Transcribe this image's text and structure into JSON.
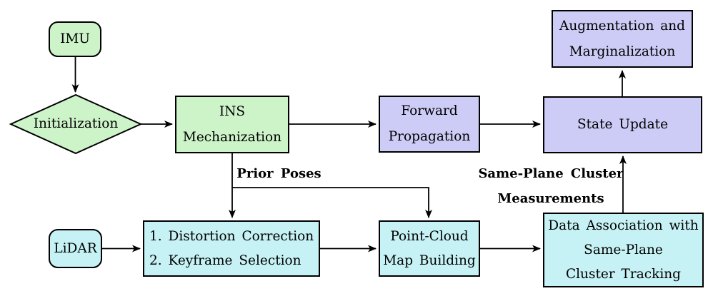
{
  "palette": {
    "imu_green": "#cdf4c9",
    "filter_lavender": "#cdccf6",
    "lidar_cyan": "#c7f2f5",
    "stroke_black": "#000000"
  },
  "nodes": {
    "imu": {
      "label": "IMU"
    },
    "initialization": {
      "label": "Initialization"
    },
    "ins_mechanization": {
      "lines": [
        "INS",
        "Mechanization"
      ]
    },
    "forward_propagation": {
      "lines": [
        "Forward",
        "Propagation"
      ]
    },
    "augmentation_marginalization": {
      "lines": [
        "Augmentation and",
        "Marginalization"
      ]
    },
    "state_update": {
      "label": "State Update"
    },
    "lidar": {
      "label": "LiDAR"
    },
    "preprocessing": {
      "lines": [
        "1. Distortion Correction",
        "2. Keyframe Selection"
      ]
    },
    "point_cloud_map_building": {
      "lines": [
        "Point-Cloud",
        "Map Building"
      ]
    },
    "data_association": {
      "lines": [
        "Data Association with",
        "Same-Plane",
        "Cluster Tracking"
      ]
    }
  },
  "edge_labels": {
    "prior_poses": "Prior Poses",
    "same_plane_cluster_measurements": {
      "lines": [
        "Same-Plane Cluster",
        "Measurements"
      ]
    }
  }
}
